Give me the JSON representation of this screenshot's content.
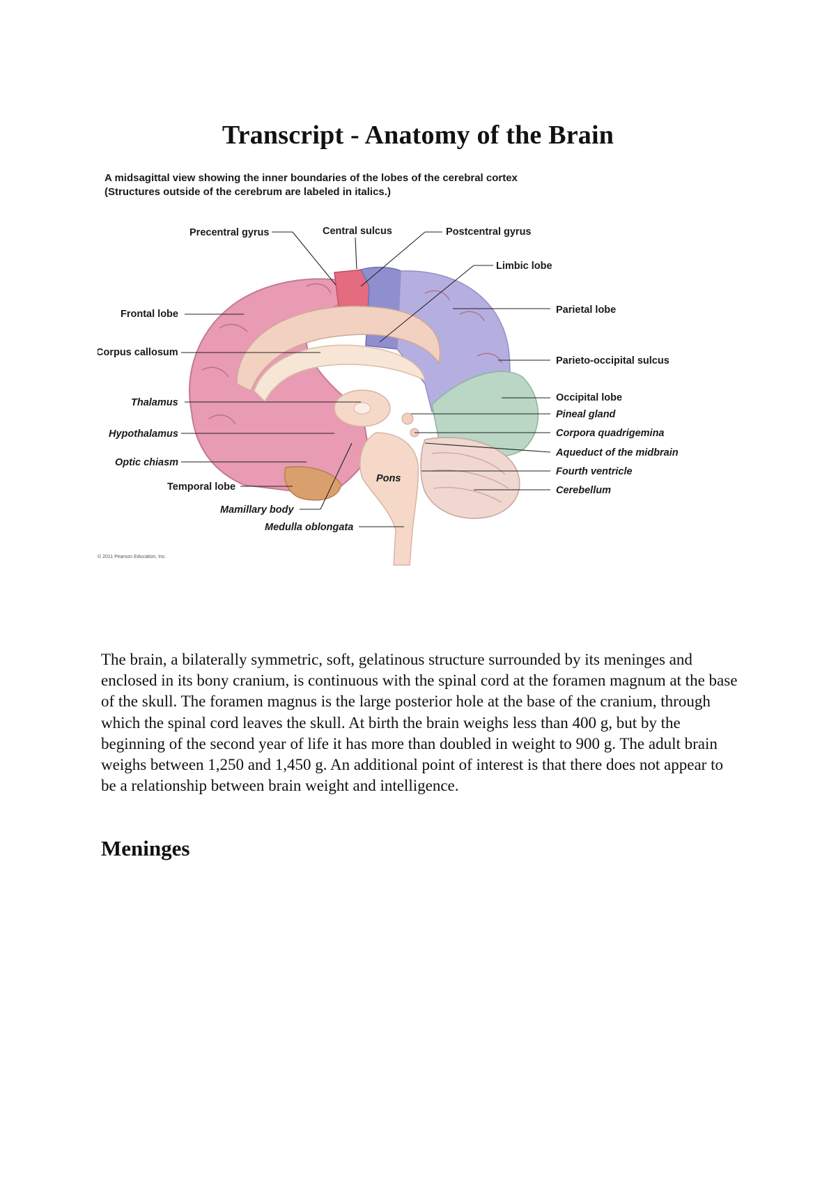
{
  "document": {
    "title": "Transcript - Anatomy of the Brain",
    "figure": {
      "caption_line1": "A midsagittal view showing the inner boundaries of the lobes of the cerebral cortex",
      "caption_line2": "(Structures outside of the cerebrum are labeled in italics.)",
      "labels": {
        "precentral_gyrus": "Precentral gyrus",
        "central_sulcus": "Central sulcus",
        "postcentral_gyrus": "Postcentral gyrus",
        "limbic_lobe": "Limbic lobe",
        "frontal_lobe": "Frontal lobe",
        "parietal_lobe": "Parietal lobe",
        "corpus_callosum": "Corpus callosum",
        "parieto_occipital_sulcus": "Parieto-occipital sulcus",
        "thalamus": "Thalamus",
        "occipital_lobe": "Occipital lobe",
        "pineal_gland": "Pineal gland",
        "hypothalamus": "Hypothalamus",
        "corpora_quadrigemina": "Corpora quadrigemina",
        "aqueduct_of_midbrain": "Aqueduct of the midbrain",
        "optic_chiasm": "Optic chiasm",
        "fourth_ventricle": "Fourth ventricle",
        "temporal_lobe": "Temporal lobe",
        "cerebellum": "Cerebellum",
        "pons": "Pons",
        "mamillary_body": "Mamillary body",
        "medulla_oblongata": "Medulla oblongata"
      },
      "copyright": "© 2011 Pearson Education, Inc."
    },
    "paragraph": "The brain, a bilaterally symmetric, soft, gelatinous structure surrounded by its meninges and enclosed in its bony cranium, is continuous with the spinal cord at the foramen magnum at the base of the skull. The foramen magnus is the large posterior hole at the base of the cranium, through which the spinal cord leaves the skull. At birth the brain weighs less than 400 g, but by the beginning of the second year of life it has more than doubled in weight to 900 g. The adult brain weighs between 1,250 and 1,450 g. An additional point of interest is that there does not appear to be a relationship between brain weight and intelligence.",
    "section_heading": "Meninges"
  }
}
